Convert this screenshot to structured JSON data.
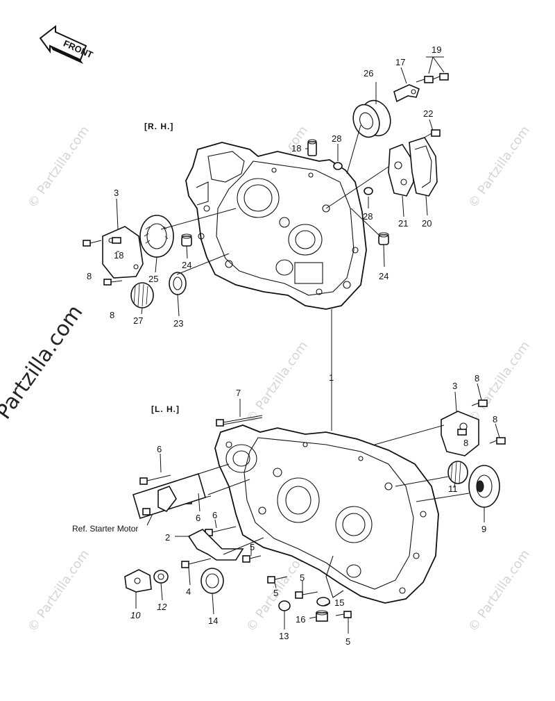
{
  "front_arrow": {
    "label": "FRONT"
  },
  "sections": {
    "rh": "[R. H.]",
    "lh": "[L. H.]"
  },
  "reference": {
    "starter_motor": "Ref. Starter  Motor"
  },
  "watermark": {
    "text": "© Partzilla.com"
  },
  "callouts": {
    "c1": "1",
    "c2": "2",
    "c3a": "3",
    "c3b": "3",
    "c4": "4",
    "c5a": "5",
    "c5b": "5",
    "c5c": "5",
    "c5d": "5",
    "c6a": "6",
    "c6b": "6",
    "c6c": "6",
    "c7": "7",
    "c8a": "8",
    "c8b": "8",
    "c8c": "8",
    "c8d": "8",
    "c8e": "8",
    "c9": "9",
    "c10": "10",
    "c11": "11",
    "c12": "12",
    "c13": "13",
    "c14": "14",
    "c15": "15",
    "c16": "16",
    "c17": "17",
    "c18a": "18",
    "c18b": "18",
    "c19": "19",
    "c20": "20",
    "c21": "21",
    "c22": "22",
    "c23": "23",
    "c24a": "24",
    "c24b": "24",
    "c25": "25",
    "c26": "26",
    "c27": "27",
    "c28a": "28",
    "c28b": "28"
  }
}
